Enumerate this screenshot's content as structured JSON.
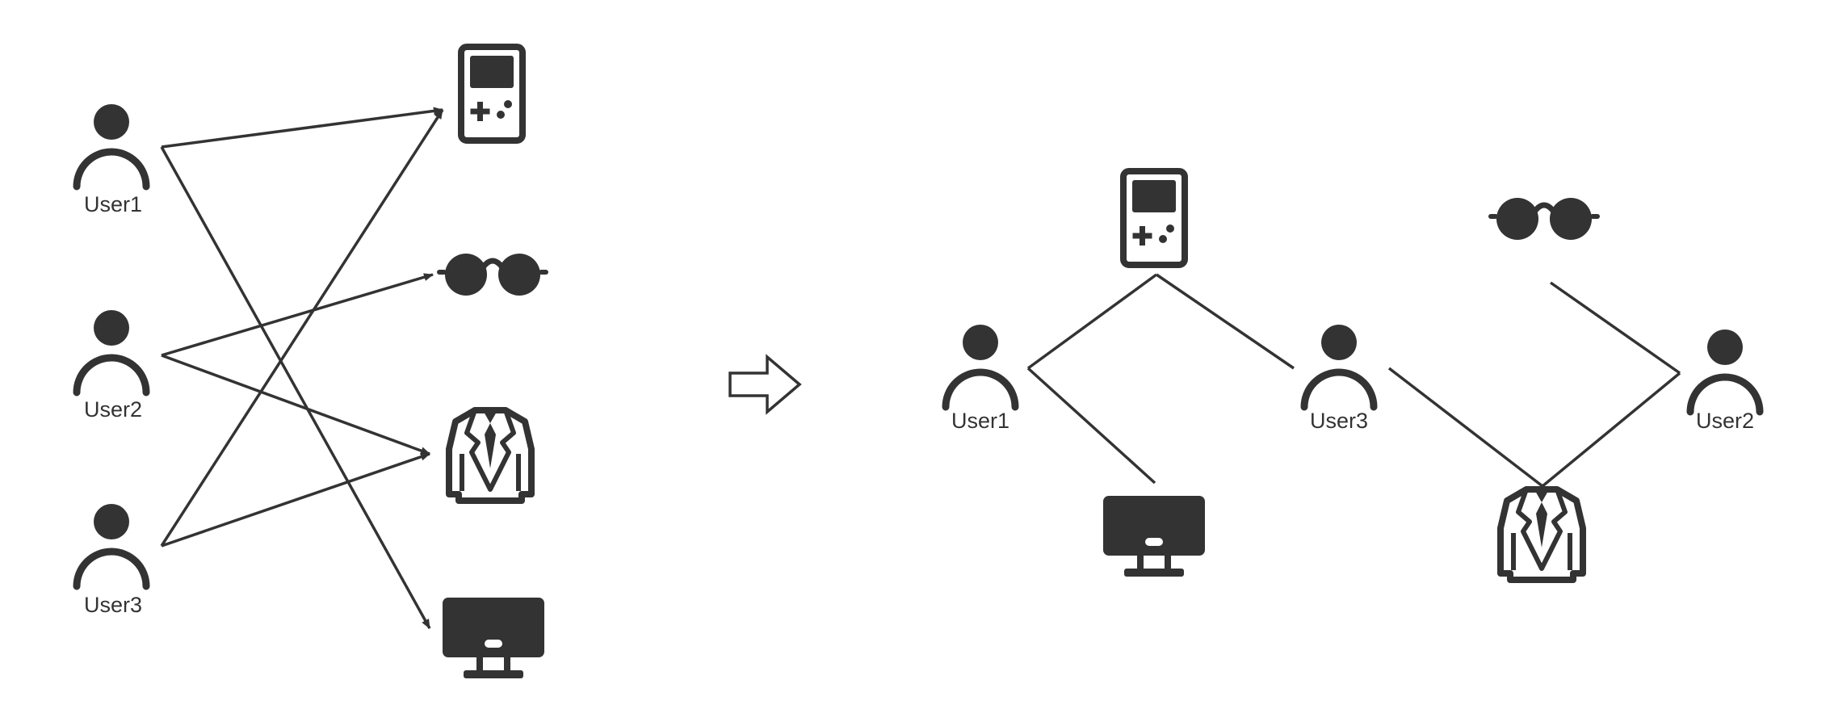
{
  "colors": {
    "ink": "#333333",
    "background": "#ffffff"
  },
  "left_graph": {
    "users": [
      {
        "id": "u1",
        "label": "User1"
      },
      {
        "id": "u2",
        "label": "User2"
      },
      {
        "id": "u3",
        "label": "User3"
      }
    ],
    "items": [
      {
        "id": "game",
        "icon": "game-console-icon"
      },
      {
        "id": "glasses",
        "icon": "sunglasses-icon"
      },
      {
        "id": "jacket",
        "icon": "jacket-icon"
      },
      {
        "id": "monitor",
        "icon": "monitor-icon"
      }
    ],
    "edges": [
      [
        "u1",
        "game"
      ],
      [
        "u1",
        "monitor"
      ],
      [
        "u2",
        "glasses"
      ],
      [
        "u2",
        "jacket"
      ],
      [
        "u3",
        "game"
      ],
      [
        "u3",
        "jacket"
      ]
    ]
  },
  "transform_arrow": {
    "icon": "right-arrow-icon"
  },
  "right_graph": {
    "users": [
      {
        "id": "u1",
        "label": "User1"
      },
      {
        "id": "u3",
        "label": "User3"
      },
      {
        "id": "u2",
        "label": "User2"
      }
    ],
    "items": [
      {
        "id": "game",
        "icon": "game-console-icon"
      },
      {
        "id": "glasses",
        "icon": "sunglasses-icon"
      },
      {
        "id": "monitor",
        "icon": "monitor-icon"
      },
      {
        "id": "jacket",
        "icon": "jacket-icon"
      }
    ],
    "edges": [
      [
        "u1",
        "game"
      ],
      [
        "u1",
        "monitor"
      ],
      [
        "u3",
        "game"
      ],
      [
        "u3",
        "jacket"
      ],
      [
        "u2",
        "glasses"
      ],
      [
        "u2",
        "jacket"
      ]
    ]
  }
}
